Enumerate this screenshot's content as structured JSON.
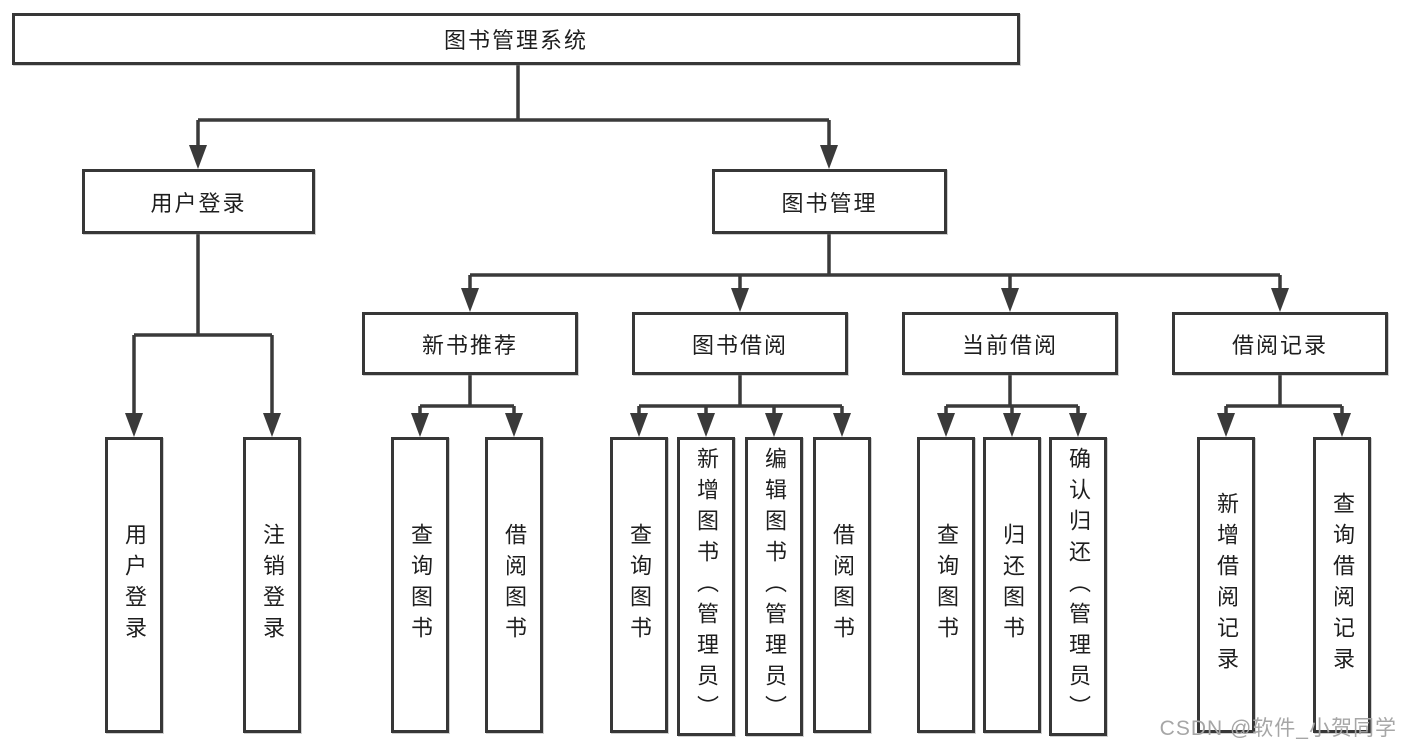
{
  "diagram": {
    "title": "图书管理系统",
    "branches": [
      {
        "label": "用户登录",
        "children": [
          {
            "label": "用户登录"
          },
          {
            "label": "注销登录"
          }
        ]
      },
      {
        "label": "图书管理",
        "children": [
          {
            "label": "新书推荐",
            "children": [
              {
                "label": "查询图书"
              },
              {
                "label": "借阅图书"
              }
            ]
          },
          {
            "label": "图书借阅",
            "children": [
              {
                "label": "查询图书"
              },
              {
                "label": "新增图书（管理员）"
              },
              {
                "label": "编辑图书（管理员）"
              },
              {
                "label": "借阅图书"
              }
            ]
          },
          {
            "label": "当前借阅",
            "children": [
              {
                "label": "查询图书"
              },
              {
                "label": "归还图书"
              },
              {
                "label": "确认归还（管理员）"
              }
            ]
          },
          {
            "label": "借阅记录",
            "children": [
              {
                "label": "新增借阅记录"
              },
              {
                "label": "查询借阅记录"
              }
            ]
          }
        ]
      }
    ]
  },
  "watermark": {
    "text": "CSDN @软件_小贺同学"
  },
  "colors": {
    "line": "#3a3a3a",
    "box_border": "#373737",
    "box_fill": "#ffffff",
    "text": "#1e1e1e",
    "watermark": "#a6a6a6",
    "background": "#ffffff"
  }
}
